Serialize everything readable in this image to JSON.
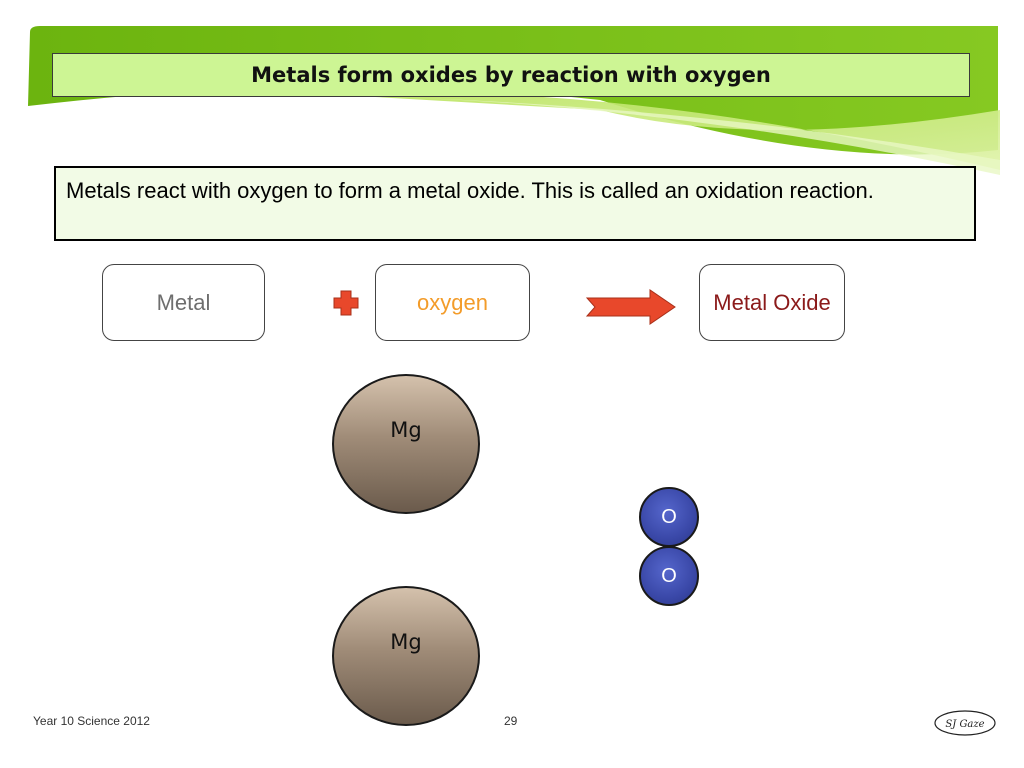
{
  "slide": {
    "title": "Metals form oxides by reaction with oxygen",
    "intro": "Metals react with oxygen to form a metal oxide. This is called an oxidation reaction."
  },
  "equation": {
    "reactant1": "Metal",
    "reactant2": "oxygen",
    "product": "Metal Oxide",
    "colors": {
      "reactant1": "#6e6e6e",
      "reactant2": "#f39c2a",
      "product": "#8b1a1a",
      "plus": "#e8482b",
      "arrow": "#e8482b"
    }
  },
  "atoms": {
    "mg_top": "Mg",
    "mg_bottom": "Mg",
    "o_top": "O",
    "o_bottom": "O"
  },
  "footer": {
    "left": "Year 10 Science 2012",
    "page": "29",
    "logo": "SJ Gaze"
  },
  "colors": {
    "banner_green": "#7cc11a",
    "title_fill": "#cdf594",
    "intro_fill": "#f2fbe6",
    "oxygen_atom": "#3a48a8"
  }
}
